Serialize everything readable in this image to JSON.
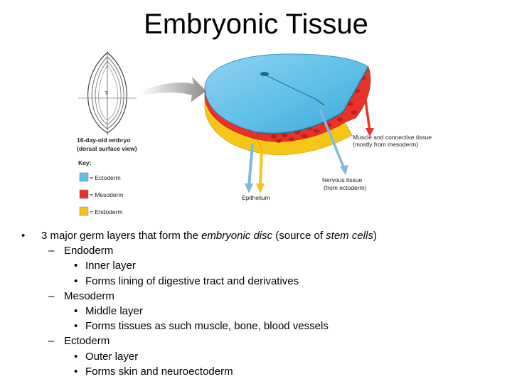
{
  "title": "Embryonic Tissue",
  "figure": {
    "embryo_caption_line1": "16-day-old embryo",
    "embryo_caption_line2": "(dorsal surface view)",
    "embryo_mark": "?",
    "key_title": "Key:",
    "key": [
      {
        "label": "= Ectoderm",
        "color": "#5bc0eb"
      },
      {
        "label": "= Mesoderm",
        "color": "#e8322a"
      },
      {
        "label": "= Endoderm",
        "color": "#f5c518"
      }
    ],
    "labels": {
      "muscle_line1": "Muscle and connective tissue",
      "muscle_line2": "(mostly from mesoderm)",
      "nervous_line1": "Nervous tissue",
      "nervous_line2": "(from ectoderm)",
      "epithelium": "Epithelium"
    }
  },
  "bullets": {
    "marker": "•",
    "dash": "–",
    "intro_pre": "3 major germ layers that form the ",
    "intro_em1": "embryonic disc",
    "intro_mid": " (source of ",
    "intro_em2": "stem cells",
    "intro_post": ")",
    "layers": [
      {
        "name": "Endoderm",
        "points": [
          "Inner layer",
          "Forms lining of digestive tract and derivatives"
        ]
      },
      {
        "name": "Mesoderm",
        "points": [
          "Middle layer",
          "Forms tissues as such muscle, bone, blood vessels"
        ]
      },
      {
        "name": "Ectoderm",
        "points": [
          "Outer layer",
          "Forms skin and neuroectoderm"
        ]
      }
    ]
  }
}
